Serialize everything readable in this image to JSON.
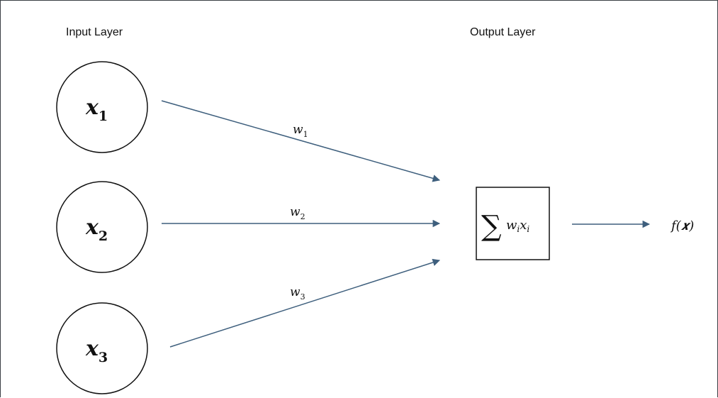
{
  "labels": {
    "input_layer": "Input Layer",
    "output_layer": "Output Layer"
  },
  "inputs": [
    {
      "var": "x",
      "sub": "1"
    },
    {
      "var": "x",
      "sub": "2"
    },
    {
      "var": "x",
      "sub": "3"
    }
  ],
  "weights": [
    {
      "var": "w",
      "sub": "1"
    },
    {
      "var": "w",
      "sub": "2"
    },
    {
      "var": "w",
      "sub": "3"
    }
  ],
  "summation": {
    "symbol": "∑",
    "w": "w",
    "w_sub": "i",
    "x": "x",
    "x_sub": "i"
  },
  "output": {
    "text": "f(𝒙)"
  },
  "colors": {
    "arrow": "#3e5f7d",
    "border": "#3a3f44",
    "stroke": "#111111"
  }
}
